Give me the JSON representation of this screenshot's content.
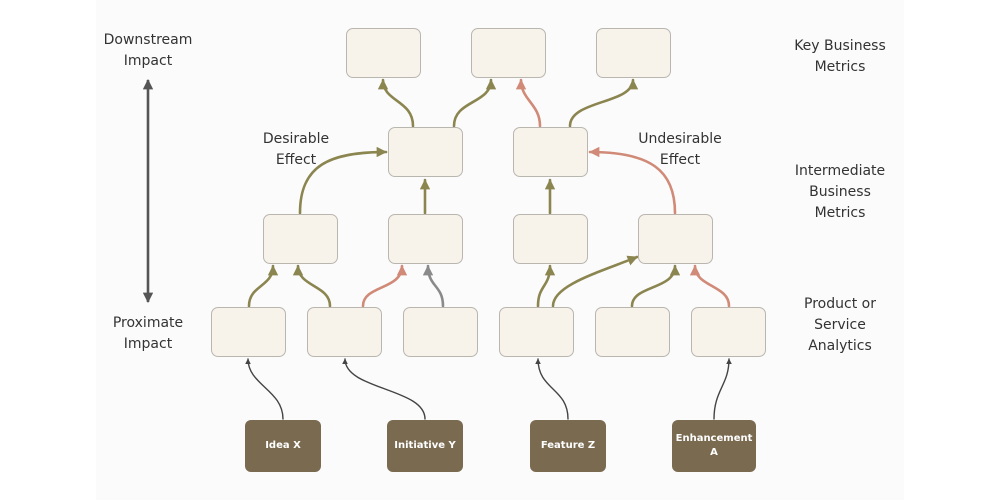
{
  "colors": {
    "desirable": "#8b8550",
    "undesirable": "#d08a77",
    "neutral": "#8a8a8a",
    "input": "#444444",
    "axis": "#555555",
    "source_fill": "#7a6a50",
    "box_fill": "#f7f2ea",
    "box_border": "#b9b6b0"
  },
  "labels": {
    "downstream": "Downstream\nImpact",
    "proximate": "Proximate\nImpact",
    "desirable_effect": "Desirable\nEffect",
    "undesirable_effect": "Undesirable\nEffect",
    "key_business_metrics": "Key Business\nMetrics",
    "intermediate_business_metrics": "Intermediate\nBusiness\nMetrics",
    "product_analytics": "Product or\nService\nAnalytics"
  },
  "sources": {
    "idea_x": "Idea X",
    "initiative_y": "Initiative Y",
    "feature_z": "Feature Z",
    "enhancement_a": "Enhancement\nA"
  }
}
